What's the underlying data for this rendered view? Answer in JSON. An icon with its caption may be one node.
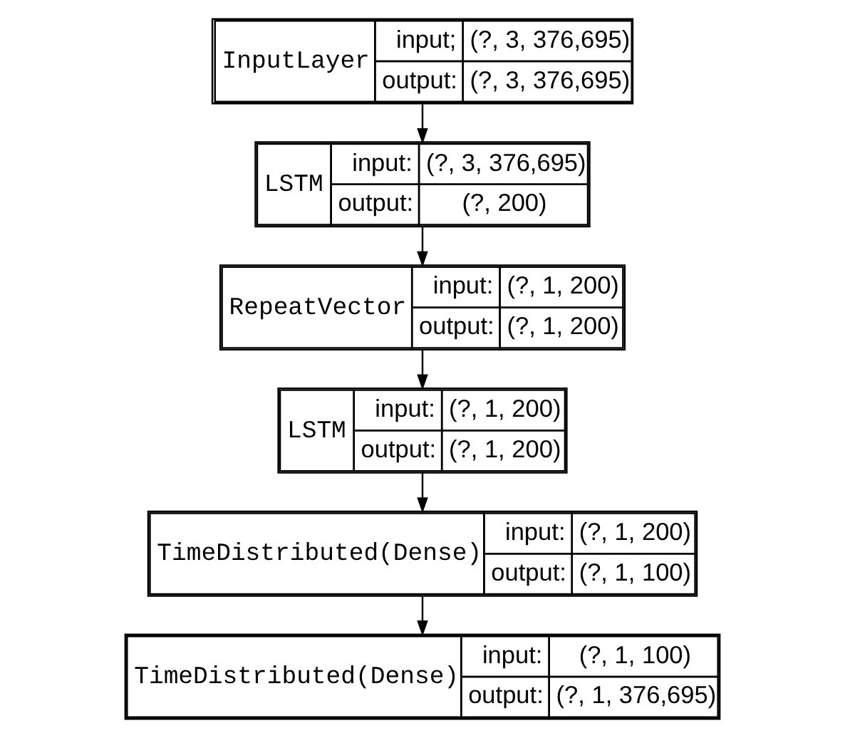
{
  "diagram": {
    "nodes": [
      {
        "text": [
          "InputLayer",
          "input;",
          "(?, 3, 376,695)",
          "output:",
          "(?, 3, 376,695)"
        ]
      },
      {
        "text": [
          "LSTM",
          "input:",
          "(?, 3, 376,695)",
          "output:",
          "(?, 200)"
        ]
      },
      {
        "text": [
          "RepeatVector",
          "input:",
          "(?, 1, 200)",
          "output:",
          "(?, 1, 200)"
        ]
      },
      {
        "text": [
          "LSTM",
          "input:",
          "(?, 1, 200)",
          "output:",
          "(?, 1, 200)"
        ]
      },
      {
        "text": [
          "TimeDistributed(Dense)",
          "input:",
          "(?, 1, 200)",
          "output:",
          "(?, 1, 100)"
        ]
      },
      {
        "text": [
          "TimeDistributed(Dense)",
          "input:",
          "(?, 1, 100)",
          "output:",
          "(?, 1, 376,695)"
        ]
      }
    ],
    "edges": [
      {
        "from": 0,
        "to": 1,
        "arrow": "to"
      },
      {
        "from": 1,
        "to": 2,
        "arrow": "to"
      },
      {
        "from": 2,
        "to": 3,
        "arrow": "to"
      },
      {
        "from": 3,
        "to": 4,
        "arrow": "to"
      },
      {
        "from": 4,
        "to": 5,
        "arrow": "to"
      }
    ]
  }
}
